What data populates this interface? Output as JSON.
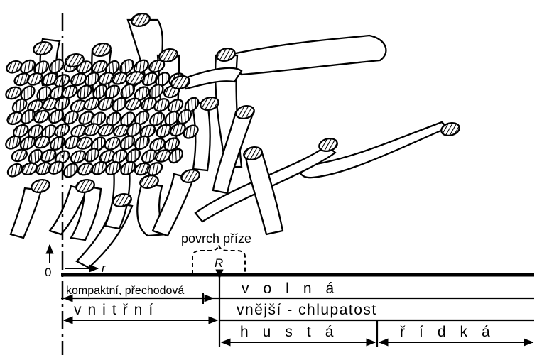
{
  "labels": {
    "surface": "povrch příze",
    "radius_mark": "R",
    "origin": "0",
    "axis_r": "r",
    "zone_compact": "kompaktní, přechodová",
    "zone_loose": "volná",
    "zone_inner": "vnitřní",
    "zone_outer": "vnější - chlupatost",
    "zone_dense": "hustá",
    "zone_sparse": "řídká"
  },
  "colors": {
    "ink": "#000000",
    "paper": "#ffffff"
  }
}
